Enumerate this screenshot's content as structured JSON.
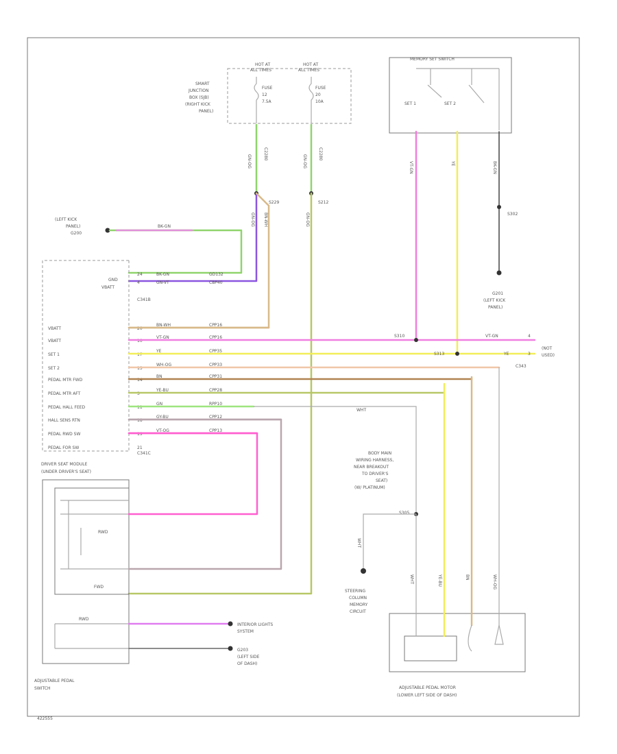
{
  "fuses": {
    "left": {
      "hot": "HOT AT",
      "hot2": "ALL TIMES",
      "name": "FUSE",
      "num": "12",
      "amp": "7.5A"
    },
    "right": {
      "hot": "HOT AT",
      "hot2": "ALL TIMES",
      "name": "FUSE",
      "num": "20",
      "amp": "10A"
    },
    "sjb": [
      "SMART",
      "JUNCTION",
      "BOX (SJB)",
      "(RIGHT KICK",
      "PANEL)"
    ],
    "conn": "C2280"
  },
  "splices": {
    "s229": "S229",
    "s212": "S212",
    "s302": "S302",
    "s310": "S310",
    "s313": "S313",
    "s305": "S305"
  },
  "grounds": {
    "g200": [
      "(LEFT KICK",
      "PANEL)",
      "G200"
    ],
    "g201": [
      "G201",
      "(LEFT KICK",
      "PANEL)"
    ],
    "g203": [
      "G203",
      "(LEFT SIDE",
      "OF DASH)"
    ]
  },
  "memory_switch": {
    "title": "MEMORY SET SWITCH",
    "set1": "SET 1",
    "set2": "SET 2"
  },
  "module": {
    "connectors": {
      "c341b": "C341B",
      "c341c": "C341C"
    },
    "pins_b": [
      "GND",
      "VBATT"
    ],
    "pins_c": [
      "VBATT",
      "VBATT",
      "SET 1",
      "SET 2",
      "PEDAL MTR FWD",
      "PEDAL MTR AFT",
      "PEDAL HALL FEED",
      "HALL SENS RTN",
      "PEDAL RWD SW",
      "PEDAL FOR SW"
    ],
    "title": [
      "DRIVER SEAT MODULE",
      "(UNDER DRIVER'S SEAT)"
    ]
  },
  "wire_codes": {
    "gnd": "BK-GN",
    "vbatt_b": "GN-VT",
    "vbatt1": "BN-WH",
    "vbatt2": "VT-GN",
    "set1": "YE",
    "set2": "WH-OG",
    "fwd": "BN",
    "aft": "YE-BU",
    "feed": "GN",
    "rtn": "GY-BU",
    "rwd": "VT-OG",
    "fuse_l": "GN-OG",
    "fuse_r": "GN-OG"
  },
  "circuit_ids": [
    "GD132",
    "CBP40",
    "CPP16",
    "CPP16",
    "CPP35",
    "CPP33",
    "CPP31",
    "CPP28",
    "RPP10",
    "CPP12",
    "CPP13"
  ],
  "pin_numbers_b": [
    "24",
    "4"
  ],
  "pin_numbers_c": [
    "20",
    "10",
    "17",
    "13",
    "14",
    "3",
    "11",
    "18",
    "19",
    "21"
  ],
  "c343": "C343",
  "right_ends": {
    "a": "VT-GN",
    "b": "YE",
    "a_pin": "4",
    "b_pin": "3",
    "note": [
      "(NOT",
      "USED)"
    ]
  },
  "harness_note": [
    "BODY MAIN",
    "WIRING HARNESS,",
    "NEAR BREAKOUT",
    "TO DRIVER'S",
    "SEAT)",
    "(W/ PLATINUM)"
  ],
  "wht": "WHT",
  "steering": [
    "STEERING",
    "COLUMN",
    "MEMORY",
    "CIRCUIT"
  ],
  "pedal_switch": {
    "rwd": "RWD",
    "fwd": "FWD",
    "rwd_label": "RWD",
    "title": [
      "ADJUSTABLE PEDAL",
      "SWITCH"
    ]
  },
  "interior": [
    "INTERIOR LIGHTS",
    "SYSTEM"
  ],
  "pedal_motor": [
    "ADJUSTABLE PEDAL MOTOR",
    "(LOWER LEFT SIDE OF DASH)"
  ],
  "footer_id": "422555",
  "colors": {
    "green": "#8fd46b",
    "violet": "#8a55e0",
    "tan": "#d9b98a",
    "pink": "#f07ee0",
    "yellow": "#f2ee58",
    "orange_white": "#efc6a8",
    "brown": "#b08250",
    "light_green": "#9ee57f",
    "grayblue": "#b9a6ad",
    "magenta": "#ff5ed0",
    "olive": "#b7c766",
    "black": "#444444"
  }
}
